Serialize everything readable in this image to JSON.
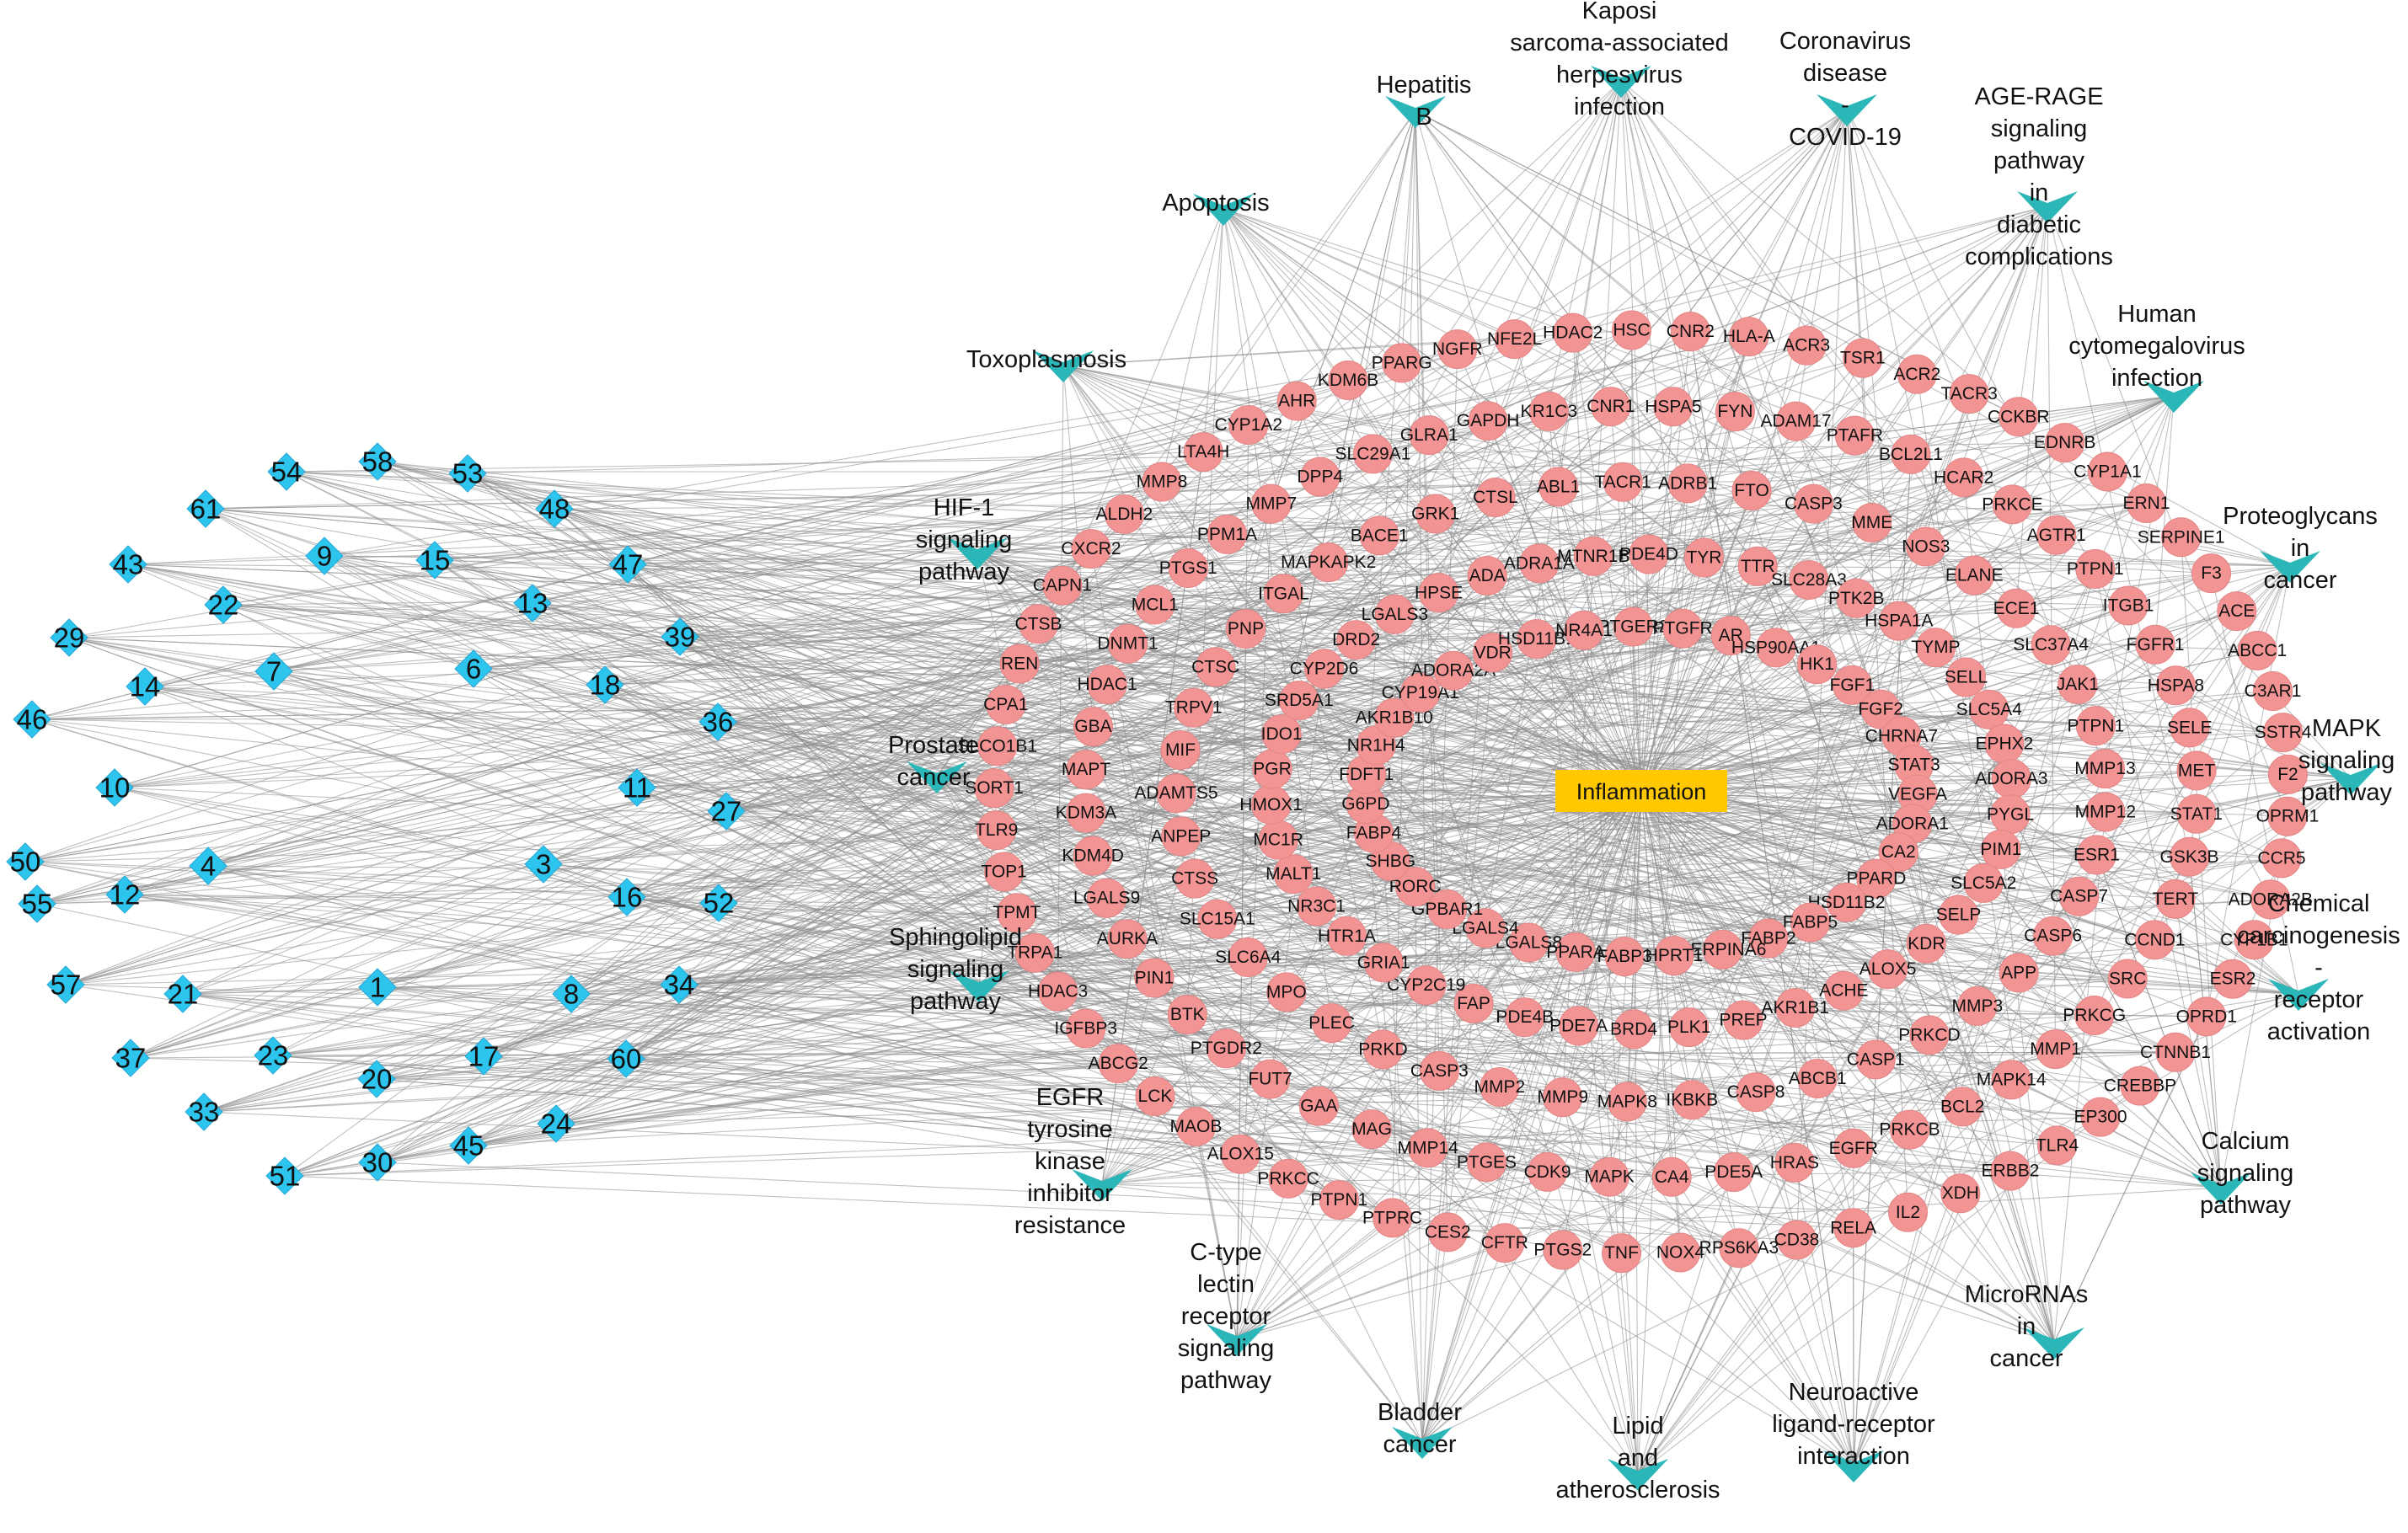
{
  "hub": {
    "label": "Inflammation"
  },
  "compounds": [
    "54",
    "58",
    "53",
    "61",
    "48",
    "9",
    "15",
    "47",
    "43",
    "22",
    "13",
    "39",
    "29",
    "7",
    "6",
    "18",
    "14",
    "36",
    "46",
    "10",
    "11",
    "27",
    "50",
    "4",
    "3",
    "16",
    "52",
    "12",
    "55",
    "57",
    "21",
    "1",
    "8",
    "34",
    "37",
    "23",
    "20",
    "17",
    "60",
    "33",
    "24",
    "51",
    "45",
    "30"
  ],
  "pathways": [
    {
      "id": "hepatitis-b",
      "lines": [
        "Hepatitis",
        "B"
      ]
    },
    {
      "id": "kshv",
      "lines": [
        "Kaposi",
        "sarcoma-associated",
        "herpesvirus",
        "infection"
      ]
    },
    {
      "id": "covid",
      "lines": [
        "Coronavirus",
        "disease",
        "-",
        "COVID-19"
      ]
    },
    {
      "id": "age-rage",
      "lines": [
        "AGE-RAGE",
        "signaling",
        "pathway",
        "in",
        "diabetic",
        "complications"
      ]
    },
    {
      "id": "apoptosis",
      "lines": [
        "Apoptosis"
      ]
    },
    {
      "id": "hcmv",
      "lines": [
        "Human",
        "cytomegalovirus",
        "infection"
      ]
    },
    {
      "id": "toxoplasmosis",
      "lines": [
        "Toxoplasmosis"
      ]
    },
    {
      "id": "proteoglycans",
      "lines": [
        "Proteoglycans",
        "in",
        "cancer"
      ]
    },
    {
      "id": "hif1",
      "lines": [
        "HIF-1",
        "signaling",
        "pathway"
      ]
    },
    {
      "id": "mapk",
      "lines": [
        "MAPK",
        "signaling",
        "pathway"
      ]
    },
    {
      "id": "prostate",
      "lines": [
        "Prostate",
        "cancer"
      ]
    },
    {
      "id": "chemical",
      "lines": [
        "Chemical",
        "carcinogenesis",
        "-",
        "receptor",
        "activation"
      ]
    },
    {
      "id": "sphingolipid",
      "lines": [
        "Sphingolipid",
        "signaling",
        "pathway"
      ]
    },
    {
      "id": "egfr",
      "lines": [
        "EGFR",
        "tyrosine",
        "kinase",
        "inhibitor",
        "resistance"
      ]
    },
    {
      "id": "calcium",
      "lines": [
        "Calcium",
        "signaling",
        "pathway"
      ]
    },
    {
      "id": "ctype",
      "lines": [
        "C-type",
        "lectin",
        "receptor",
        "signaling",
        "pathway"
      ]
    },
    {
      "id": "mirna",
      "lines": [
        "MicroRNAs",
        "in",
        "cancer"
      ]
    },
    {
      "id": "bladder",
      "lines": [
        "Bladder",
        "cancer"
      ]
    },
    {
      "id": "lipid",
      "lines": [
        "Lipid",
        "and",
        "atherosclerosis"
      ]
    },
    {
      "id": "neuroactive",
      "lines": [
        "Neuroactive",
        "ligand-receptor",
        "interaction"
      ]
    }
  ],
  "target_rings": [
    [
      "PPARG",
      "NGFR",
      "NFE2L",
      "HDAC2",
      "HSC",
      "CNR2",
      "HLA-A",
      "ACR3",
      "TSR1",
      "ACR2",
      "TACR3",
      "CCKBR",
      "EDNRB",
      "CYP1A1",
      "ERN1",
      "SERPINE1",
      "F3",
      "ACE",
      "ABCC1",
      "C3AR1",
      "SSTR4",
      "F2",
      "OPRM1",
      "CCR5",
      "ADORA2B",
      "CYP1B1",
      "ESR2",
      "OPRD1",
      "CTNNB1",
      "CREBBP",
      "EP300",
      "TLR4",
      "ERBB2",
      "XDH",
      "IL2",
      "RELA",
      "CD38",
      "RPS6KA3",
      "NOX4",
      "TNF",
      "PTGS2",
      "CFTR",
      "CES2",
      "PTPRC",
      "PTPN1",
      "PRKCC",
      "ALOX15",
      "MAOB",
      "LCK",
      "ABCG2",
      "IGFBP3",
      "HDAC3",
      "TRPA1",
      "TPMT",
      "TOP1",
      "TLR9",
      "SORT1",
      "SLCO1B1",
      "CPA1",
      "REN",
      "CTSB",
      "CAPN1",
      "CXCR2",
      "ALDH2",
      "MMP8",
      "LTA4H",
      "CYP1A2",
      "AHR",
      "KDM6B"
    ],
    [
      "GAPDH",
      "KR1C3",
      "CNR1",
      "HSPA5",
      "FYN",
      "ADAM17",
      "PTAFR",
      "BCL2L1",
      "HCAR2",
      "PRKCE",
      "AGTR1",
      "PTPN1",
      "ITGB1",
      "FGFR1",
      "HSPA8",
      "SELE",
      "MET",
      "STAT1",
      "GSK3B",
      "TERT",
      "CCND1",
      "SRC",
      "PRKCG",
      "MMP1",
      "MAPK14",
      "BCL2",
      "PRKCB",
      "EGFR",
      "HRAS",
      "PDE5A",
      "CA4",
      "MAPK",
      "CDK9",
      "PTGES",
      "MMP14",
      "MAG",
      "GAA",
      "FUT7",
      "PTGDR2",
      "BTK",
      "PIN1",
      "AURKA",
      "LGALS9",
      "KDM4D",
      "KDM3A",
      "MAPT",
      "GBA",
      "HDAC1",
      "DNMT1",
      "MCL1",
      "PTGS1",
      "PPM1A",
      "MMP7",
      "DPP4",
      "SLC29A1",
      "GLRA1"
    ],
    [
      "ABL1",
      "TACR1",
      "ADRB1",
      "FTO",
      "CASP3",
      "MME",
      "NOS3",
      "ELANE",
      "ECE1",
      "SLC37A4",
      "JAK1",
      "PTPN1",
      "MMP13",
      "MMP12",
      "ESR1",
      "CASP7",
      "CASP6",
      "APP",
      "MMP3",
      "PRKCD",
      "CASP1",
      "ABCB1",
      "CASP8",
      "IKBKB",
      "MAPK8",
      "MMP9",
      "MMP2",
      "CASP3",
      "PRKD",
      "PLEC",
      "MPO",
      "SLC6A4",
      "SLC15A1",
      "CTSS",
      "ANPEP",
      "ADAMTS5",
      "MIF",
      "TRPV1",
      "CTSC",
      "PNP",
      "ITGAL",
      "MAPKAPK2",
      "BACE1",
      "GRK1",
      "CTSL"
    ],
    [
      "MTNR1B",
      "PDE4D",
      "TYR",
      "TTR",
      "SLC28A3",
      "PTK2B",
      "HSPA1A",
      "TYMP",
      "SELL",
      "SLC5A4",
      "EPHX2",
      "ADORA3",
      "PYGL",
      "PIM1",
      "SLC5A2",
      "SELP",
      "KDR",
      "ALOX5",
      "ACHE",
      "AKR1B1",
      "PREP",
      "PLK1",
      "BRD4",
      "PDE7A",
      "PDE4B",
      "FAP",
      "CYP2C19",
      "GRIA1",
      "HTR1A",
      "NR3C1",
      "MALT1",
      "MC1R",
      "HMOX1",
      "PGR",
      "IDO1",
      "SRD5A1",
      "CYP2D6",
      "DRD2",
      "LGALS3",
      "HPSE",
      "ADA",
      "ADRA1A"
    ],
    [
      "PTGER2",
      "PTGFR",
      "AR",
      "HSP90AA1",
      "HK1",
      "FGF1",
      "FGF2",
      "CHRNA7",
      "STAT3",
      "VEGFA",
      "ADORA1",
      "CA2",
      "PPARD",
      "HSD11B2",
      "FABP5",
      "FABP2",
      "SERPINA6",
      "HPRT1",
      "FABP3",
      "PPARA",
      "LGALS8",
      "LGALS4",
      "GPBAR1",
      "RORC",
      "SHBG",
      "FABP4",
      "G6PD",
      "FDFT1",
      "NR1H4",
      "AKR1B10",
      "CYP19A1",
      "ADORA2A",
      "VDR",
      "HSD11B1",
      "NR4A1"
    ]
  ]
}
